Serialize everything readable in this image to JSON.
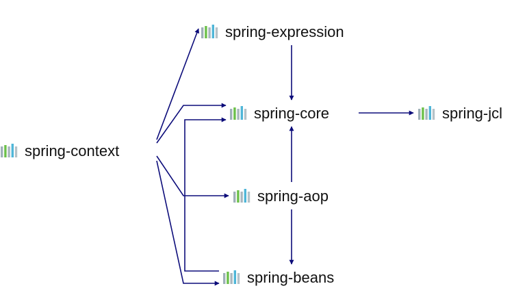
{
  "colors": {
    "edge": "#0c0c7a",
    "text": "#111111",
    "icon_bars": [
      "#9fb0b8",
      "#6cc04a",
      "#a9b7bd",
      "#4fb6d8",
      "#b6c2c8"
    ]
  },
  "icon": "library-icon",
  "nodes": {
    "spring_context": {
      "label": "spring-context"
    },
    "spring_expression": {
      "label": "spring-expression"
    },
    "spring_core": {
      "label": "spring-core"
    },
    "spring_jcl": {
      "label": "spring-jcl"
    },
    "spring_aop": {
      "label": "spring-aop"
    },
    "spring_beans": {
      "label": "spring-beans"
    }
  },
  "edges": [
    {
      "from": "spring-context",
      "to": "spring-expression"
    },
    {
      "from": "spring-context",
      "to": "spring-core"
    },
    {
      "from": "spring-context",
      "to": "spring-aop"
    },
    {
      "from": "spring-context",
      "to": "spring-beans"
    },
    {
      "from": "spring-expression",
      "to": "spring-core"
    },
    {
      "from": "spring-core",
      "to": "spring-jcl"
    },
    {
      "from": "spring-aop",
      "to": "spring-core"
    },
    {
      "from": "spring-aop",
      "to": "spring-beans"
    },
    {
      "from": "spring-beans",
      "to": "spring-core"
    }
  ]
}
